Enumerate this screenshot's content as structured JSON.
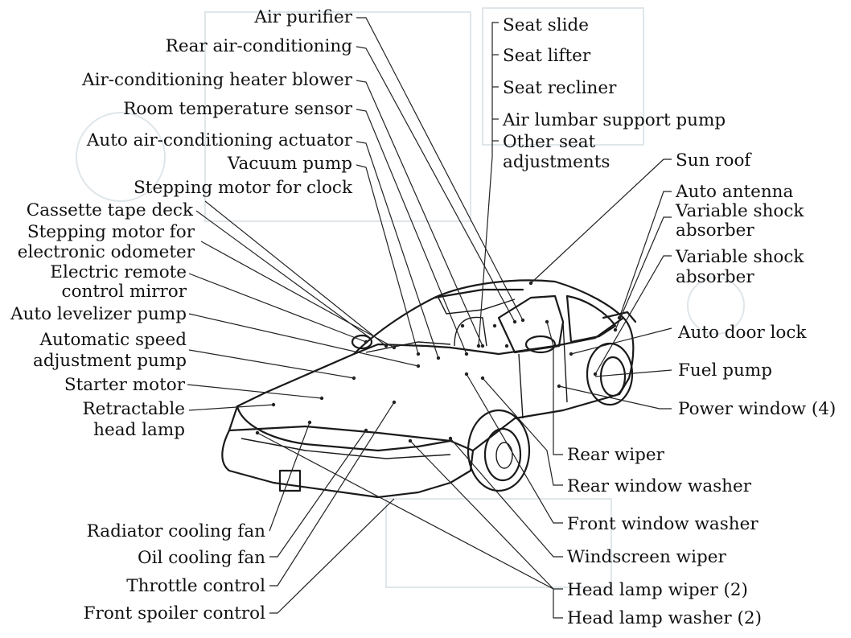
{
  "labels": {
    "air_purifier": "Air purifier",
    "rear_air_conditioning": "Rear air-conditioning",
    "ac_heater_blower": "Air-conditioning heater blower",
    "room_temperature_sensor": "Room temperature sensor",
    "auto_ac_actuator": "Auto air-conditioning actuator",
    "vacuum_pump": "Vacuum pump",
    "stepping_motor_clock": "Stepping motor for clock",
    "cassette_tape_deck": "Cassette tape deck",
    "stepping_motor_odometer_1": "Stepping motor for",
    "stepping_motor_odometer_2": "electronic odometer",
    "electric_remote_mirror_1": "Electric remote",
    "electric_remote_mirror_2": "control mirror",
    "auto_levelizer_pump": "Auto levelizer pump",
    "automatic_speed_pump_1": "Automatic speed",
    "automatic_speed_pump_2": "adjustment pump",
    "starter_motor": "Starter motor",
    "retractable_head_lamp_1": "Retractable",
    "retractable_head_lamp_2": "head lamp",
    "radiator_cooling_fan": "Radiator cooling fan",
    "oil_cooling_fan": "Oil cooling fan",
    "throttle_control": "Throttle control",
    "front_spoiler_control": "Front spoiler control",
    "seat_slide": "Seat slide",
    "seat_lifter": "Seat lifter",
    "seat_recliner": "Seat recliner",
    "air_lumbar_support_pump": "Air lumbar support pump",
    "other_seat_adjustments_1": "Other seat",
    "other_seat_adjustments_2": "adjustments",
    "sun_roof": "Sun roof",
    "auto_antenna": "Auto antenna",
    "variable_shock_absorber_a1": "Variable shock",
    "variable_shock_absorber_a2": "absorber",
    "variable_shock_absorber_b1": "Variable shock",
    "variable_shock_absorber_b2": "absorber",
    "auto_door_lock": "Auto door lock",
    "fuel_pump": "Fuel pump",
    "power_window": "Power window (4)",
    "rear_wiper": "Rear wiper",
    "rear_window_washer": "Rear window washer",
    "front_window_washer": "Front window washer",
    "windscreen_wiper": "Windscreen wiper",
    "head_lamp_wiper": "Head lamp wiper (2)",
    "head_lamp_washer": "Head lamp washer (2)"
  }
}
